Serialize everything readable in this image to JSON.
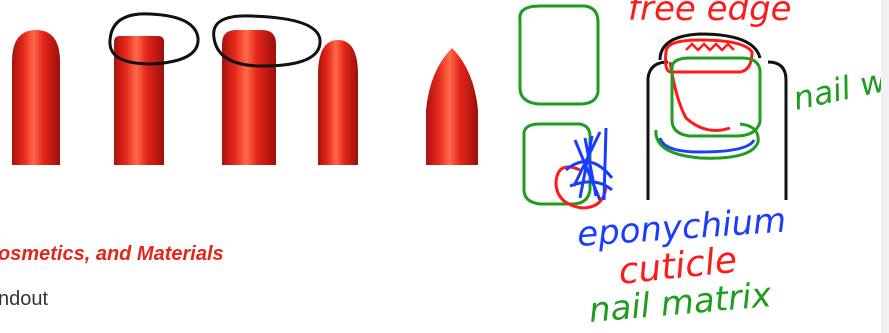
{
  "document": {
    "subtitle": "osmetics, and Materials",
    "handout_label": "ndout"
  },
  "annotations": {
    "free_edge": "free edge",
    "nail_wall": "nail wall",
    "eponychium": "eponychium",
    "cuticle": "cuticle",
    "nail_matrix": "nail matrix"
  },
  "colors": {
    "nail_red": "#e1261c",
    "subtitle_red": "#e1261c",
    "ink_red": "#ff1a1a",
    "ink_green": "#1f9d1f",
    "ink_blue": "#1a3cff",
    "ink_black": "#111111"
  },
  "nail_shapes": [
    "oval",
    "square",
    "squoval",
    "round",
    "pointed"
  ]
}
